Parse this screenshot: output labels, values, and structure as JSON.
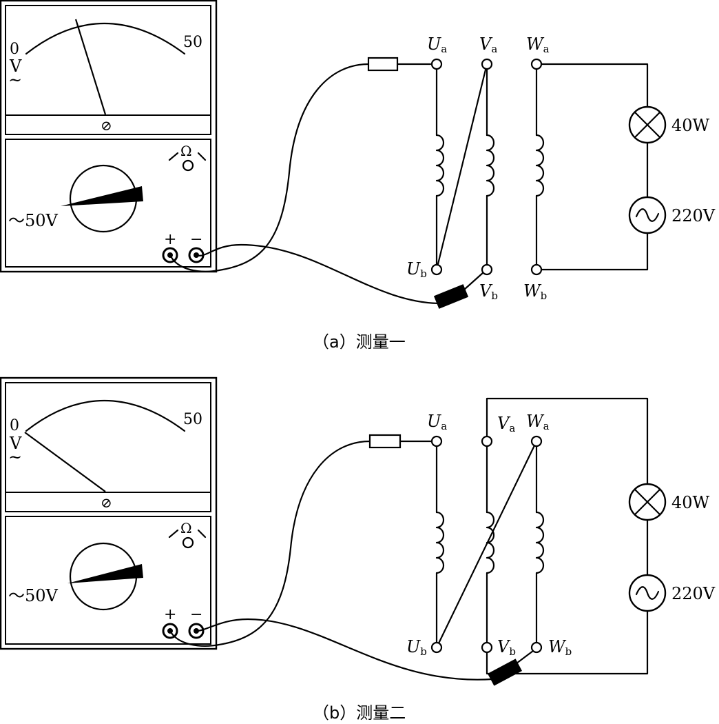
{
  "panels": [
    {
      "caption": "（a）测量一",
      "meter": {
        "scale_min": "0",
        "scale_max": "50",
        "unit": "V",
        "ac_symbol": "~",
        "zero_adjust": "⊘",
        "range_label": "～50V",
        "ohm_label": "Ω",
        "plus": "+",
        "minus": "−"
      },
      "terminals": {
        "ua": {
          "main": "U",
          "sub": "a"
        },
        "va": {
          "main": "V",
          "sub": "a"
        },
        "wa": {
          "main": "W",
          "sub": "a"
        },
        "ub": {
          "main": "U",
          "sub": "b"
        },
        "vb": {
          "main": "V",
          "sub": "b"
        },
        "wb": {
          "main": "W",
          "sub": "b"
        }
      },
      "lamp_label": "40W",
      "source_label": "220V"
    },
    {
      "caption": "（b）测量二",
      "meter": {
        "scale_min": "0",
        "scale_max": "50",
        "unit": "V",
        "ac_symbol": "~",
        "zero_adjust": "⊘",
        "range_label": "～50V",
        "ohm_label": "Ω",
        "plus": "+",
        "minus": "−"
      },
      "terminals": {
        "ua": {
          "main": "U",
          "sub": "a"
        },
        "va": {
          "main": "V",
          "sub": "a"
        },
        "wa": {
          "main": "W",
          "sub": "a"
        },
        "ub": {
          "main": "U",
          "sub": "b"
        },
        "vb": {
          "main": "V",
          "sub": "b"
        },
        "wb": {
          "main": "W",
          "sub": "b"
        }
      },
      "lamp_label": "40W",
      "source_label": "220V"
    }
  ]
}
